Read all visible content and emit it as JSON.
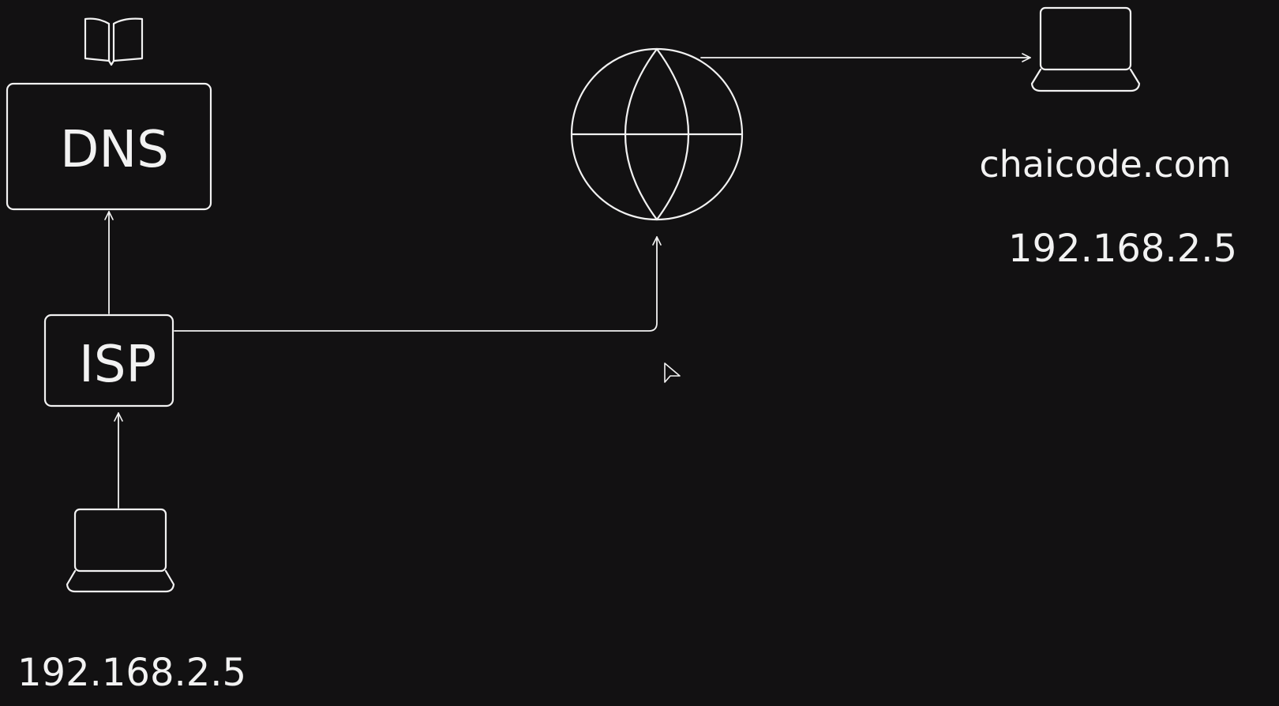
{
  "colors": {
    "background": "#121112",
    "stroke": "#f2f2f2"
  },
  "icons": {
    "dns_database": "book-icon",
    "internet": "globe-icon",
    "client_device": "laptop-icon",
    "server_device": "laptop-icon",
    "pointer": "cursor-arrow-icon"
  },
  "nodes": {
    "dns": {
      "label": "DNS"
    },
    "isp": {
      "label": "ISP"
    },
    "client": {
      "ip": "192.168.2.5"
    },
    "server": {
      "domain": "chaicode.com",
      "ip": "192.168.2.5"
    }
  },
  "edges": [
    {
      "from": "client",
      "to": "isp"
    },
    {
      "from": "isp",
      "to": "dns"
    },
    {
      "from": "isp",
      "to": "internet"
    },
    {
      "from": "internet",
      "to": "server"
    }
  ]
}
